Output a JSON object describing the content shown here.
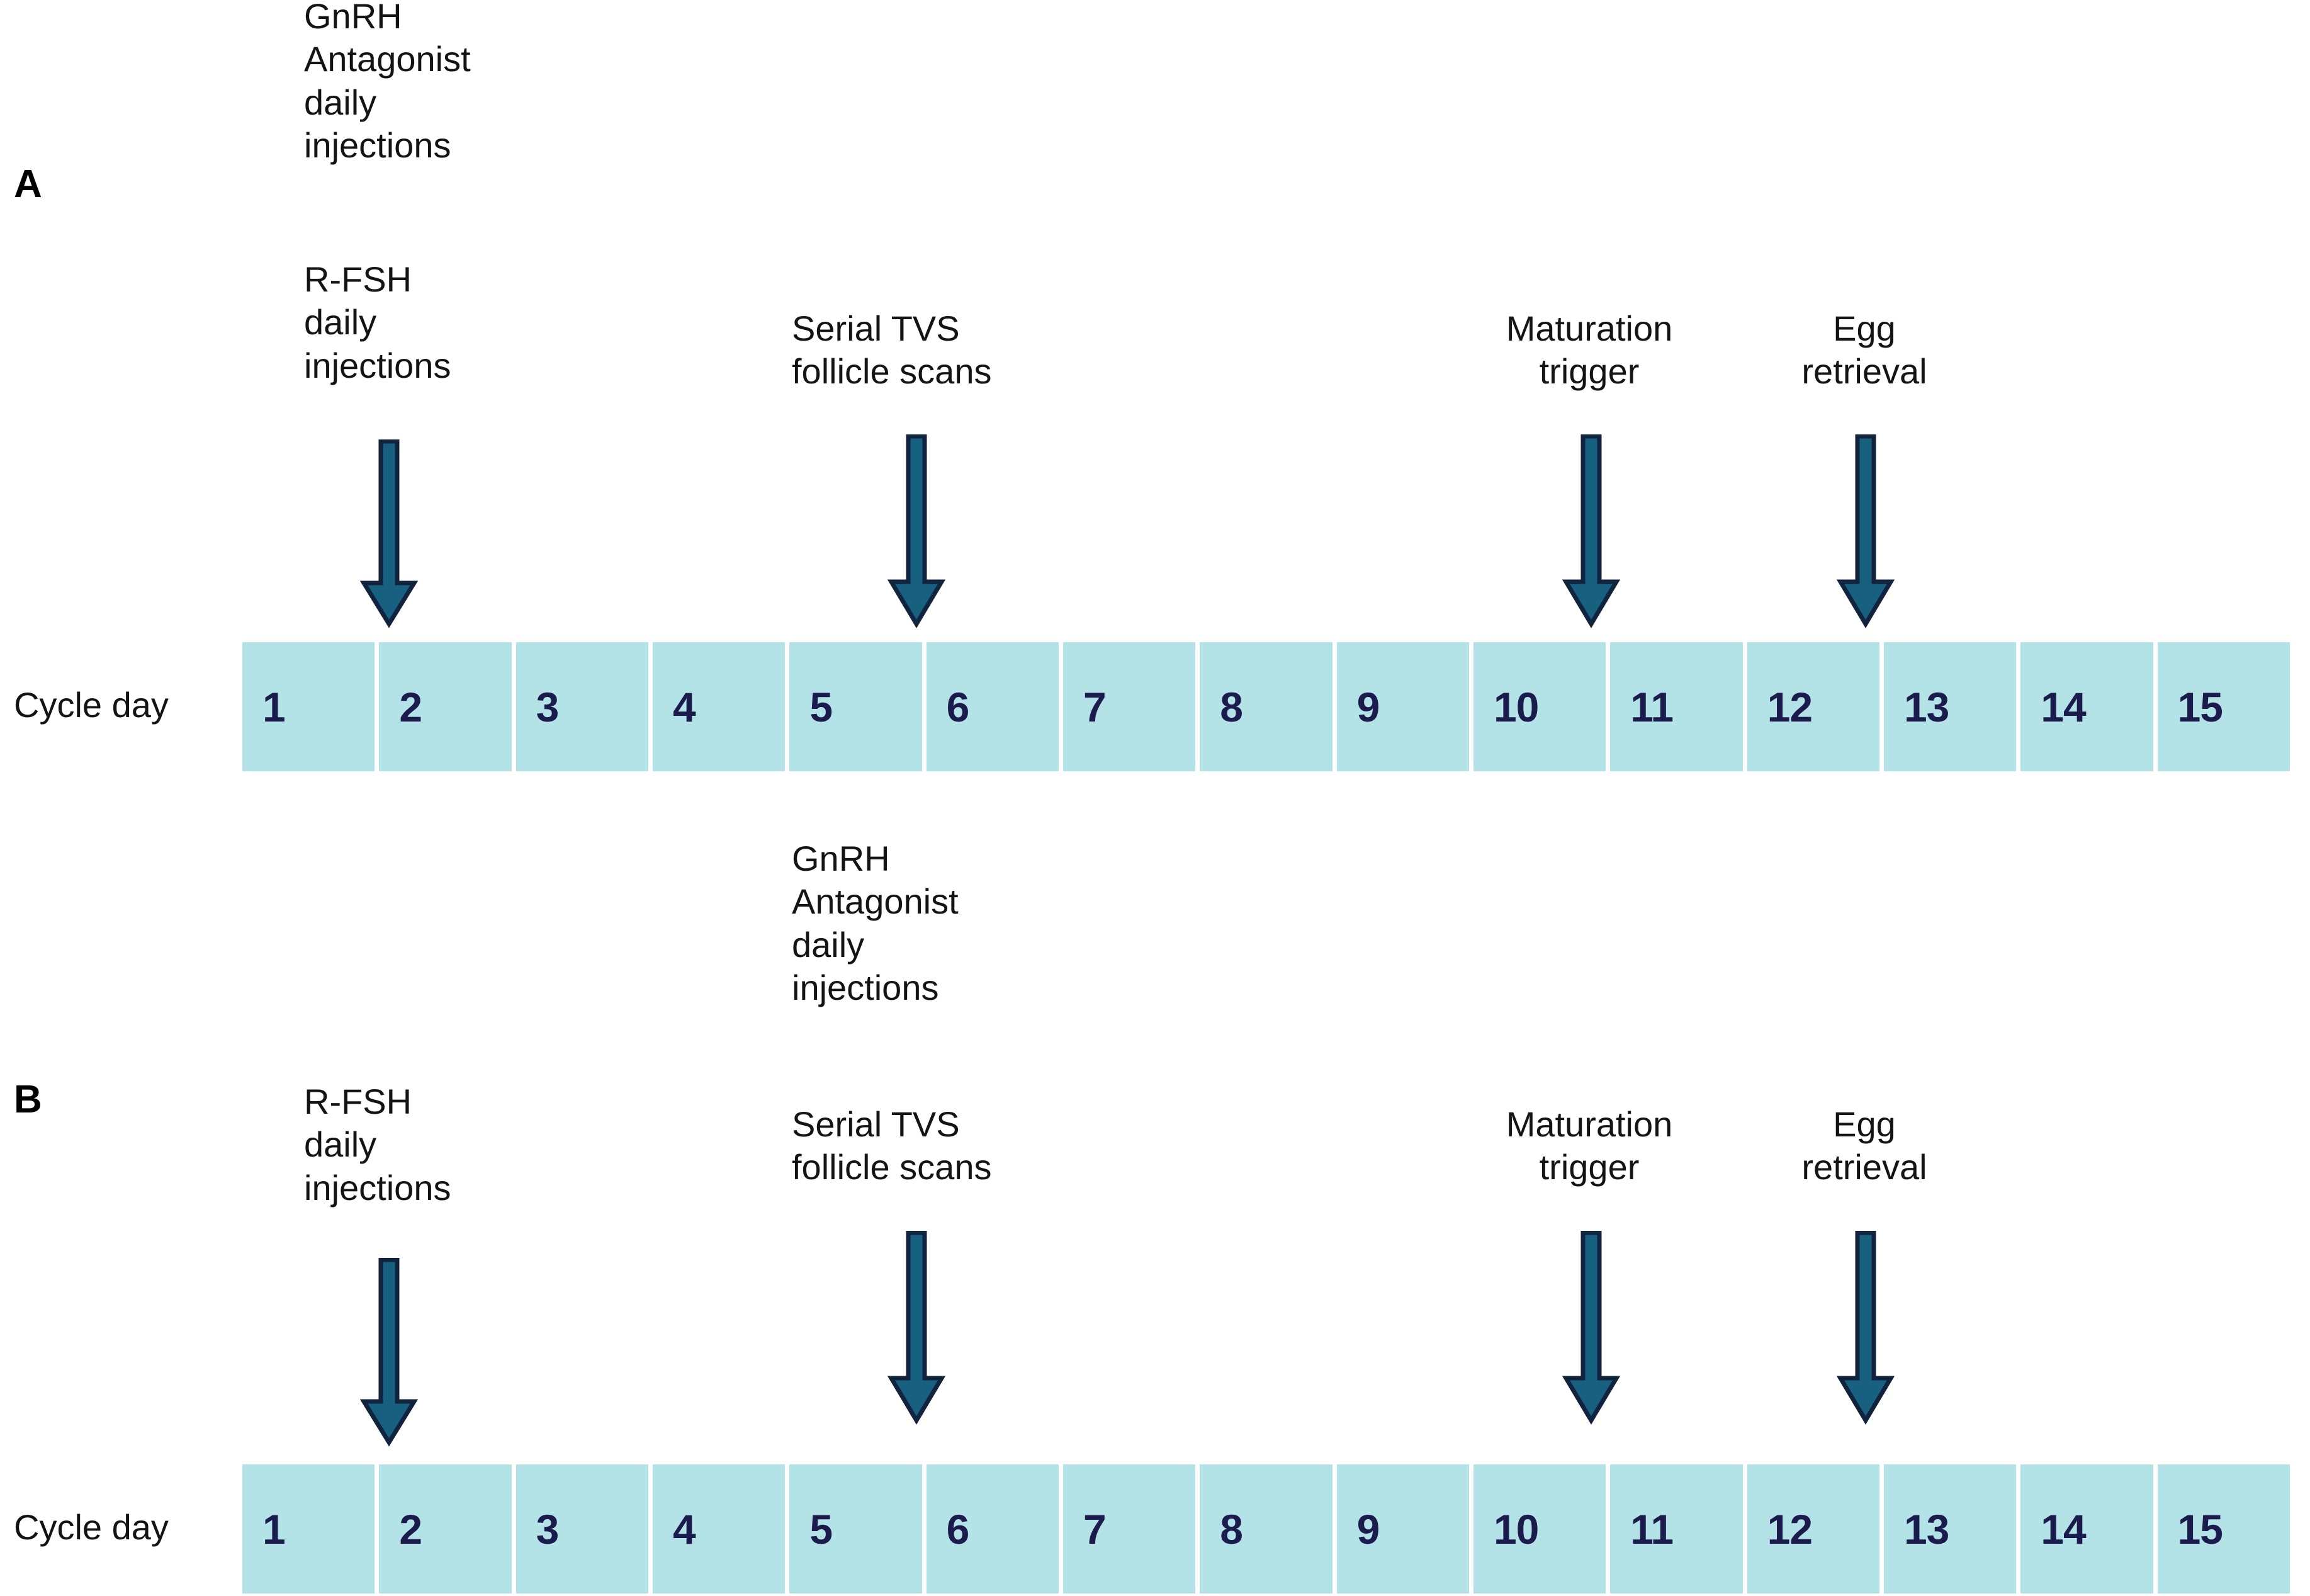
{
  "figure": {
    "description": "Two IVF ovarian stimulation protocol timelines labelled A and B, each showing cycle days 1 to 15 with event arrows."
  },
  "colors": {
    "day_cell_fill": "#b4e3e7",
    "day_number": "#1b1b4d",
    "arrow_fill": "#17607f",
    "arrow_stroke": "#12233d",
    "text": "#141414",
    "background": "#ffffff"
  },
  "timeline": {
    "row_label": "Cycle day",
    "days": [
      "1",
      "2",
      "3",
      "4",
      "5",
      "6",
      "7",
      "8",
      "9",
      "10",
      "11",
      "12",
      "13",
      "14",
      "15"
    ]
  },
  "panels": [
    {
      "letter": "A",
      "annotations": [
        {
          "name": "gnrh-antagonist",
          "text": "GnRH\nAntagonist\ndaily\ninjections",
          "align": "left"
        },
        {
          "name": "r-fsh",
          "text": "R-FSH\ndaily\ninjections",
          "align": "left"
        },
        {
          "name": "serial-tvs",
          "text": "Serial TVS\nfollicle scans",
          "align": "left"
        },
        {
          "name": "maturation-trigger",
          "text": "Maturation\ntrigger",
          "align": "center"
        },
        {
          "name": "egg-retrieval",
          "text": "Egg\nretrieval",
          "align": "center"
        }
      ],
      "arrows": [
        {
          "name": "arrow-r-fsh",
          "target_day_boundary": "1/2"
        },
        {
          "name": "arrow-serial-tvs",
          "target_day_boundary": "5/6"
        },
        {
          "name": "arrow-maturation-trigger",
          "target_day_boundary": "10/11"
        },
        {
          "name": "arrow-egg-retrieval",
          "target_day_boundary": "12/13"
        }
      ]
    },
    {
      "letter": "B",
      "annotations": [
        {
          "name": "gnrh-antagonist",
          "text": "GnRH\nAntagonist\ndaily\ninjections",
          "align": "left"
        },
        {
          "name": "r-fsh",
          "text": "R-FSH\ndaily\ninjections",
          "align": "left"
        },
        {
          "name": "serial-tvs",
          "text": "Serial TVS\nfollicle scans",
          "align": "left"
        },
        {
          "name": "maturation-trigger",
          "text": "Maturation\ntrigger",
          "align": "center"
        },
        {
          "name": "egg-retrieval",
          "text": "Egg\nretrieval",
          "align": "center"
        }
      ],
      "arrows": [
        {
          "name": "arrow-r-fsh",
          "target_day_boundary": "1/2"
        },
        {
          "name": "arrow-serial-tvs",
          "target_day_boundary": "5/6"
        },
        {
          "name": "arrow-maturation-trigger",
          "target_day_boundary": "10/11"
        },
        {
          "name": "arrow-egg-retrieval",
          "target_day_boundary": "12/13"
        }
      ]
    }
  ]
}
